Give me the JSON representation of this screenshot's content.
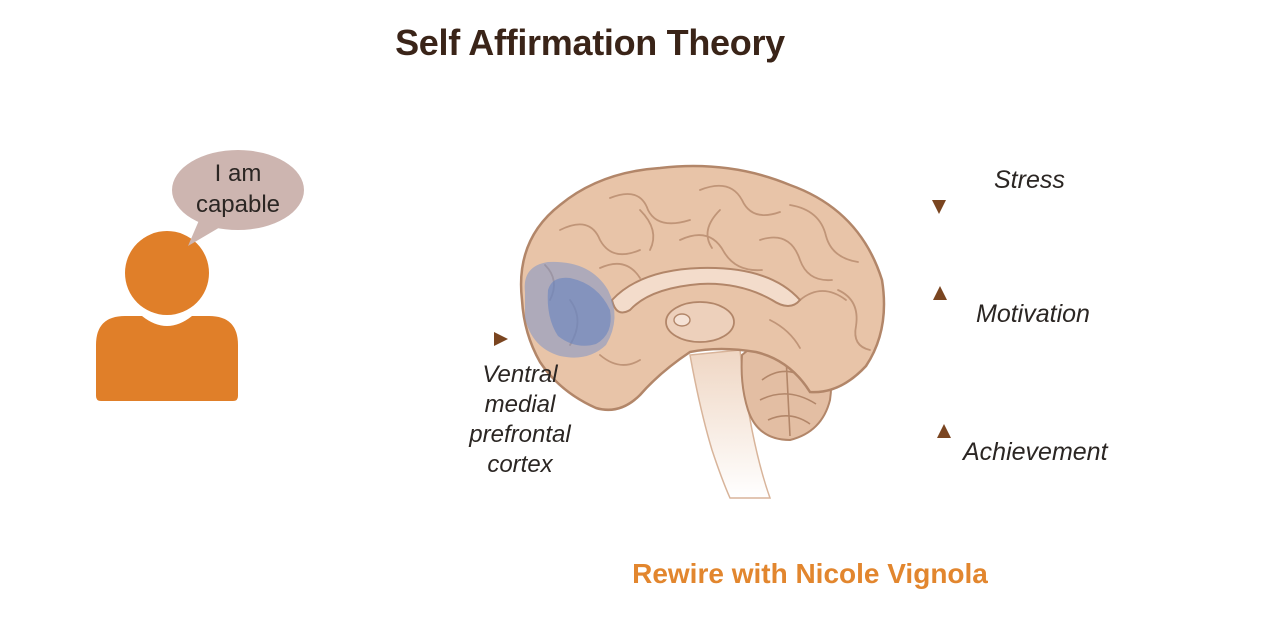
{
  "title": "Self Affirmation Theory",
  "speech_bubble": {
    "text_line1": "I am",
    "text_line2": "capable"
  },
  "brain_region": {
    "line1": "Ventral",
    "line2": "medial",
    "line3": "prefrontal",
    "line4": "cortex"
  },
  "effects": [
    {
      "label": "Stress",
      "direction": "down"
    },
    {
      "label": "Motivation",
      "direction": "up"
    },
    {
      "label": "Achievement",
      "direction": "up"
    }
  ],
  "footer": "Rewire with Nicole Vignola",
  "colors": {
    "title": "#3a2418",
    "person": "#e07f29",
    "bubble": "#cdb5b0",
    "arrow": "#7a4520",
    "brain": "#e8c4a8",
    "brain_outline": "#b28669",
    "highlight": "#7d96c8",
    "footer": "#e2862e"
  },
  "icons": {
    "person": "person-icon",
    "speech_bubble": "speech-bubble-icon",
    "brain": "brain-sagittal-icon"
  }
}
